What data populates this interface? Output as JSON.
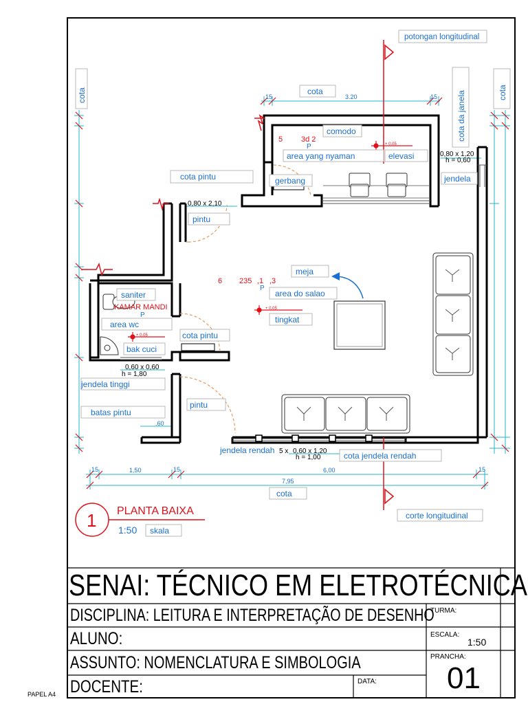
{
  "labels": {
    "potongan_longitudinal": "potongan longitudinal",
    "cota_left": "cota",
    "cota_top": "cota",
    "cota_janela": "cota da janela",
    "cota_right": "cota",
    "comodo": "comodo",
    "area_nyaman": "area yang nyaman",
    "elevasi": "elevasi",
    "cota_pintu_top": "cota pintu",
    "gerbang": "gerbang",
    "jendela": "jendela",
    "pintu_top": "pintu",
    "meja": "meja",
    "area_salao": "area do salao",
    "tingkat": "tingkat",
    "saniter": "saniter",
    "area_wc": "area wc",
    "bak_cuci": "bak cuci",
    "cota_pintu_wc": "cota pintu",
    "jendela_tinggi": "jendela tinggi",
    "batas_pintu": "batas pintu",
    "pintu_bottom": "pintu",
    "jendela_rendah": "jendela rendah",
    "cota_jendela_rendah": "cota jendela rendah",
    "cota_bottom": "cota",
    "corte_longitudinal": "corte longitudinal",
    "skala": "skala"
  },
  "annotations": {
    "room_kamar": "KAMAR MANDI",
    "num_5": "5",
    "num_3d2": "3d 2",
    "num_6": "6",
    "num_235": "235",
    "num_1": ",1",
    "num_3": ",3",
    "p1": "P",
    "p2": "P",
    "p3": "P",
    "lvl1": "+ 0.05",
    "lvl2": "+ 0.05",
    "lvl3": "+ 0.05"
  },
  "dimensions": {
    "d15_a": "15",
    "d320": "3.20",
    "d15_b": "15",
    "win_top_right": "0,80 x 1,20",
    "win_top_right_h": "h = 0,60",
    "door_top": "0,80 x 2,10",
    "wc_win": "0,60 x 0,60",
    "wc_win_h": "h = 1,80",
    "d60": ".60",
    "low_win_prefix": "5 x",
    "low_win": "0,60 x 1,20",
    "low_win_h": "h = 1,00",
    "b15_1": "15",
    "b150": "1,50",
    "b15_2": "15",
    "b600": "6,00",
    "b15_3": "15",
    "b795": "7,95"
  },
  "drawing": {
    "number": "1",
    "title": "PLANTA BAIXA",
    "scale": "1:50"
  },
  "title_block": {
    "school": "SENAI: TÉCNICO EM ELETROTÉCNICA",
    "disciplina": "DISCIPLINA: LEITURA E INTERPRETAÇÃO DE DESENHO",
    "turma_label": "TURMA:",
    "aluno": "ALUNO:",
    "escala_label": "ESCALA:",
    "escala_value": "1:50",
    "assunto": "ASSUNTO: NOMENCLATURA E SIMBOLOGIA",
    "prancha_label": "PRANCHA:",
    "prancha_value": "01",
    "docente": "DOCENTE:",
    "data_label": "DATA:"
  },
  "paper_size": "PAPEL A4",
  "colors": {
    "label_blue": "#1a6fd1",
    "annotation_red": "#e0101a",
    "door_arc_orange": "#e59a5a"
  }
}
